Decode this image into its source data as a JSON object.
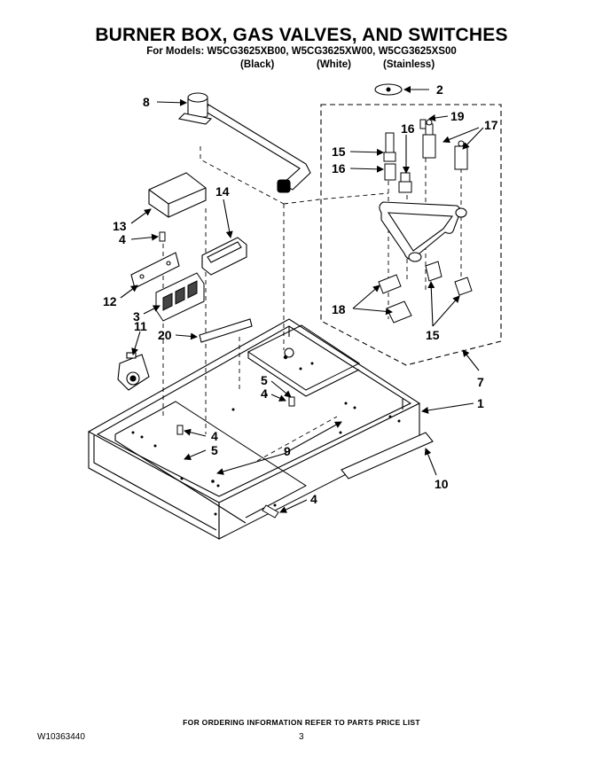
{
  "header": {
    "title": "BURNER BOX, GAS VALVES, AND SWITCHES",
    "models": "For Models: W5CG3625XB00, W5CG3625XW00, W5CG3625XS00",
    "variants": [
      "(Black)",
      "(White)",
      "(Stainless)"
    ]
  },
  "callouts": [
    "8",
    "2",
    "19",
    "17",
    "15",
    "16",
    "16",
    "14",
    "13",
    "4",
    "12",
    "3",
    "11",
    "20",
    "18",
    "15",
    "7",
    "1",
    "5",
    "4",
    "4",
    "5",
    "9",
    "10",
    "4"
  ],
  "footer": {
    "ordering": "FOR ORDERING INFORMATION REFER TO PARTS PRICE LIST",
    "doc_number": "W10363440",
    "page_number": "3"
  }
}
